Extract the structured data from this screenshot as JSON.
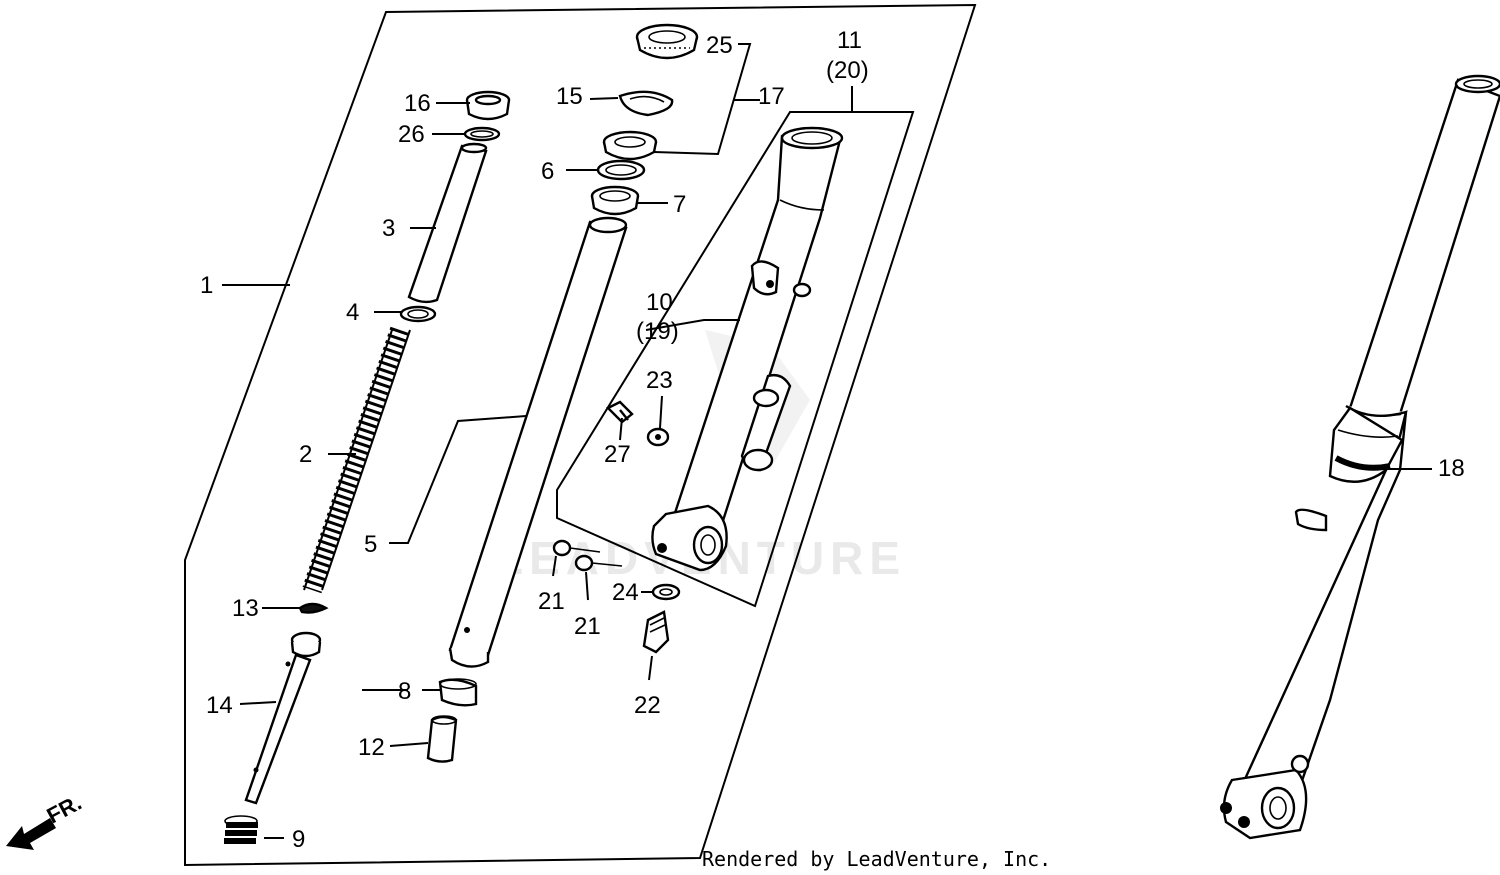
{
  "diagram": {
    "credit": "Rendered by LeadVenture, Inc.",
    "watermark": "LEADVENTURE",
    "direction": "FR.",
    "callouts": {
      "c1": "1",
      "c2": "2",
      "c3": "3",
      "c4": "4",
      "c5": "5",
      "c6": "6",
      "c7": "7",
      "c8": "8",
      "c9": "9",
      "c10": "10",
      "c10b": "(19)",
      "c11": "11",
      "c11b": "(20)",
      "c12": "12",
      "c13": "13",
      "c14": "14",
      "c15": "15",
      "c16": "16",
      "c17": "17",
      "c18": "18",
      "c21a": "21",
      "c21b": "21",
      "c22": "22",
      "c23": "23",
      "c24": "24",
      "c25": "25",
      "c26": "26",
      "c27": "27"
    }
  }
}
